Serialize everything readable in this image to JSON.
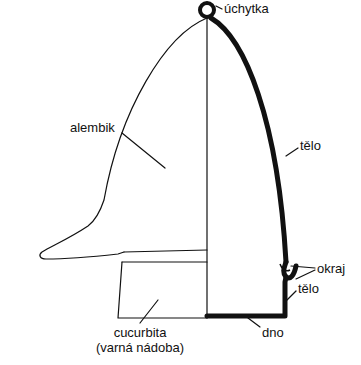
{
  "diagram": {
    "labels": [
      "úchytka",
      "alembik",
      "tělo",
      "okraj",
      "tělo",
      "cucurbita (varná nádoba)",
      "dno"
    ]
  }
}
